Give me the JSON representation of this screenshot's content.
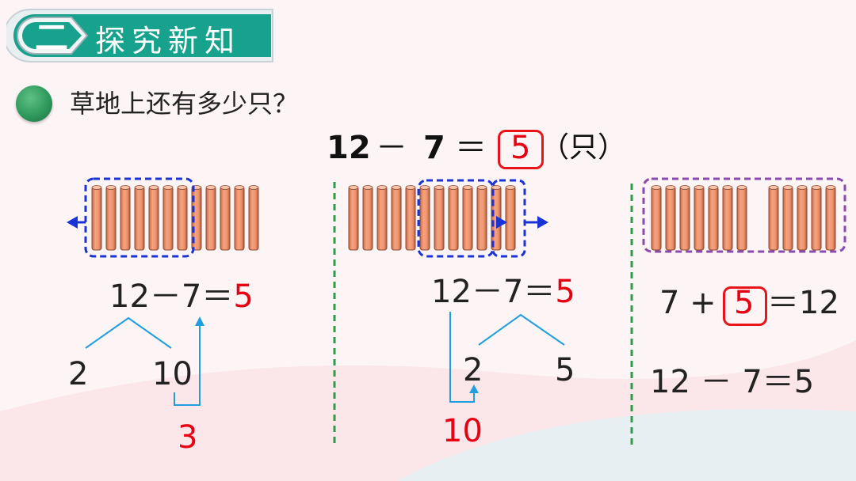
{
  "header": {
    "section_number": "二",
    "section_title": "探究新知"
  },
  "question": {
    "text": "草地上还有多少只？"
  },
  "main_equation": {
    "left": "12",
    "minus": "－",
    "subtrahend": "7",
    "equals": "＝",
    "answer": "5",
    "unit": "（只）"
  },
  "method_1": {
    "equation_left": "12－7＝",
    "equation_result": "5",
    "split_a": "2",
    "split_b": "10",
    "intermediate": "3"
  },
  "method_2": {
    "equation_left": "12－7＝",
    "equation_result": "5",
    "split_a": "2",
    "split_b": "5",
    "intermediate": "10"
  },
  "method_3": {
    "add_left": "7 +",
    "add_answer": "5",
    "add_right": "＝12",
    "sub_equation": "12 － 7＝5"
  },
  "colors": {
    "accent_teal": "#1aa58f",
    "answer_red": "#e60012",
    "divider_green": "#2a9d48",
    "group_blue": "#1a33d9",
    "group_purple": "#8a4bb0",
    "stick_orange": "#f0956e"
  }
}
